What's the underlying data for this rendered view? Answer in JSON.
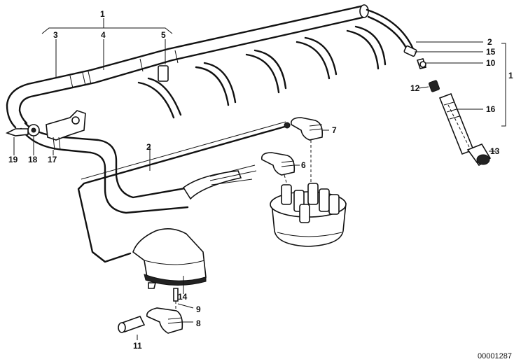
{
  "diagram": {
    "reference_code": "00001287",
    "parts": [
      {
        "id": "p1a",
        "label": "1"
      },
      {
        "id": "p1b",
        "label": "1"
      },
      {
        "id": "p2a",
        "label": "2"
      },
      {
        "id": "p2b",
        "label": "2"
      },
      {
        "id": "p3",
        "label": "3"
      },
      {
        "id": "p4",
        "label": "4"
      },
      {
        "id": "p5",
        "label": "5"
      },
      {
        "id": "p6",
        "label": "6"
      },
      {
        "id": "p7",
        "label": "7"
      },
      {
        "id": "p8",
        "label": "8"
      },
      {
        "id": "p9",
        "label": "9"
      },
      {
        "id": "p10",
        "label": "10"
      },
      {
        "id": "p11",
        "label": "11"
      },
      {
        "id": "p12",
        "label": "12"
      },
      {
        "id": "p13",
        "label": "13"
      },
      {
        "id": "p14",
        "label": "14"
      },
      {
        "id": "p15",
        "label": "15"
      },
      {
        "id": "p16",
        "label": "16"
      },
      {
        "id": "p17",
        "label": "17"
      },
      {
        "id": "p18",
        "label": "18"
      },
      {
        "id": "p19",
        "label": "19"
      }
    ]
  }
}
